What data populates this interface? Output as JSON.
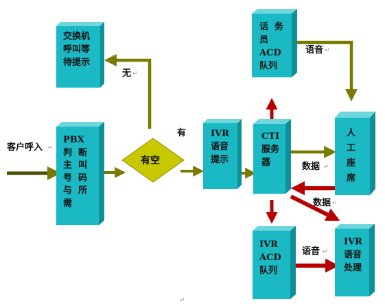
{
  "nodes": {
    "switch_wait": "交换机\n呼叫等\n待提示",
    "pbx": "PBX\n判  断\n主  叫\n号  码\n与  所\n需",
    "free": "有空",
    "ivr_prompt": "IVR\n语音\n提示",
    "cti": "CTI\n服务\n器",
    "agent_acd": "话  务\n员\nACD\n队列",
    "agent": "人\n工\n座\n席",
    "ivr_acd": "IVR\nACD\n队列",
    "ivr_process": "IVR\n语音\n处理"
  },
  "edges": {
    "incoming": "客户呼入",
    "no": "无",
    "yes": "有",
    "voice_top": "语音",
    "data_1": "数据",
    "data_2": "数据",
    "voice_bottom": "语音"
  },
  "marks": {
    "return": "↵"
  },
  "colors": {
    "box_front": "#1bb9c4",
    "box_side": "#0f8f98",
    "box_top": "#6fd6dc",
    "diamond": "#c8c800",
    "diamond_dark": "#8e8e00",
    "olive_arrow": "#7a7a00",
    "olive_dark": "#4a4a00",
    "red_arrow": "#b80000",
    "red_dark": "#6a0000"
  }
}
